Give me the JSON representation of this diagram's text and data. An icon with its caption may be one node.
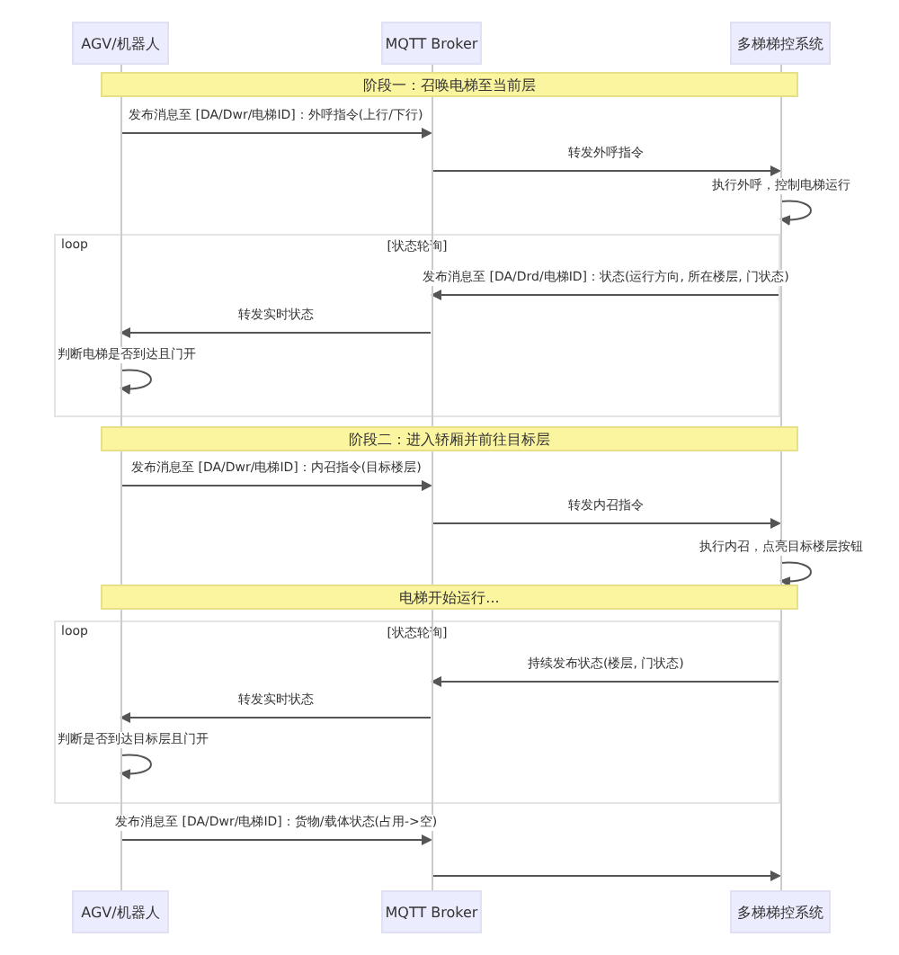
{
  "diagram": {
    "nodes": [
      {
        "text": [
          "AGV/机器人"
        ]
      },
      {
        "text": [
          "MQTT Broker"
        ]
      },
      {
        "text": [
          "多梯梯控系统"
        ]
      },
      {
        "text": [],
        "shape": "bar"
      },
      {
        "text": [],
        "shape": "bar"
      },
      {
        "text": [],
        "shape": "bar"
      },
      {
        "text": [
          "阶段一：召唤电梯至当前层"
        ]
      },
      {
        "text": [
          "阶段二：进入轿厢并前往目标层"
        ]
      },
      {
        "text": [
          "电梯开始运行..."
        ]
      },
      {
        "text": [
          "AGV/机器人"
        ]
      },
      {
        "text": [
          "MQTT Broker"
        ]
      },
      {
        "text": [
          "多梯梯控系统"
        ]
      }
    ],
    "edges": [
      {
        "from": 3,
        "to": 4,
        "arrow": "to",
        "label": "发布消息至 [DA/Dwr/电梯ID]：外呼指令(上行/下行)"
      },
      {
        "from": 4,
        "to": 5,
        "arrow": "to",
        "label": "转发外呼指令"
      },
      {
        "from": 5,
        "to": 5,
        "arrow": "to",
        "label": "执行外呼，控制电梯运行"
      },
      {
        "from": 5,
        "to": 4,
        "arrow": "to",
        "label": "发布消息至 [DA/Drd/电梯ID]：状态(运行方向, 所在楼层, 门状态)"
      },
      {
        "from": 4,
        "to": 3,
        "arrow": "to",
        "label": "转发实时状态"
      },
      {
        "from": 3,
        "to": 3,
        "arrow": "to",
        "label": "判断电梯是否到达且门开"
      },
      {
        "from": 3,
        "to": 4,
        "arrow": "to",
        "label": "发布消息至 [DA/Dwr/电梯ID]：内召指令(目标楼层)"
      },
      {
        "from": 4,
        "to": 5,
        "arrow": "to",
        "label": "转发内召指令"
      },
      {
        "from": 5,
        "to": 5,
        "arrow": "to",
        "label": "执行内召，点亮目标楼层按钮"
      },
      {
        "from": 5,
        "to": 4,
        "arrow": "to",
        "label": "持续发布状态(楼层, 门状态)"
      },
      {
        "from": 4,
        "to": 3,
        "arrow": "to",
        "label": "转发实时状态"
      },
      {
        "from": 3,
        "to": 3,
        "arrow": "to",
        "label": "判断是否到达目标层且门开"
      },
      {
        "from": 3,
        "to": 4,
        "arrow": "to",
        "label": "发布消息至 [DA/Dwr/电梯ID]：货物/载体状态(占用->空)"
      },
      {
        "from": 4,
        "to": 5,
        "arrow": "to"
      }
    ],
    "labels": [
      "loop",
      "[状态轮询]",
      "loop",
      "[状态轮询]"
    ]
  }
}
